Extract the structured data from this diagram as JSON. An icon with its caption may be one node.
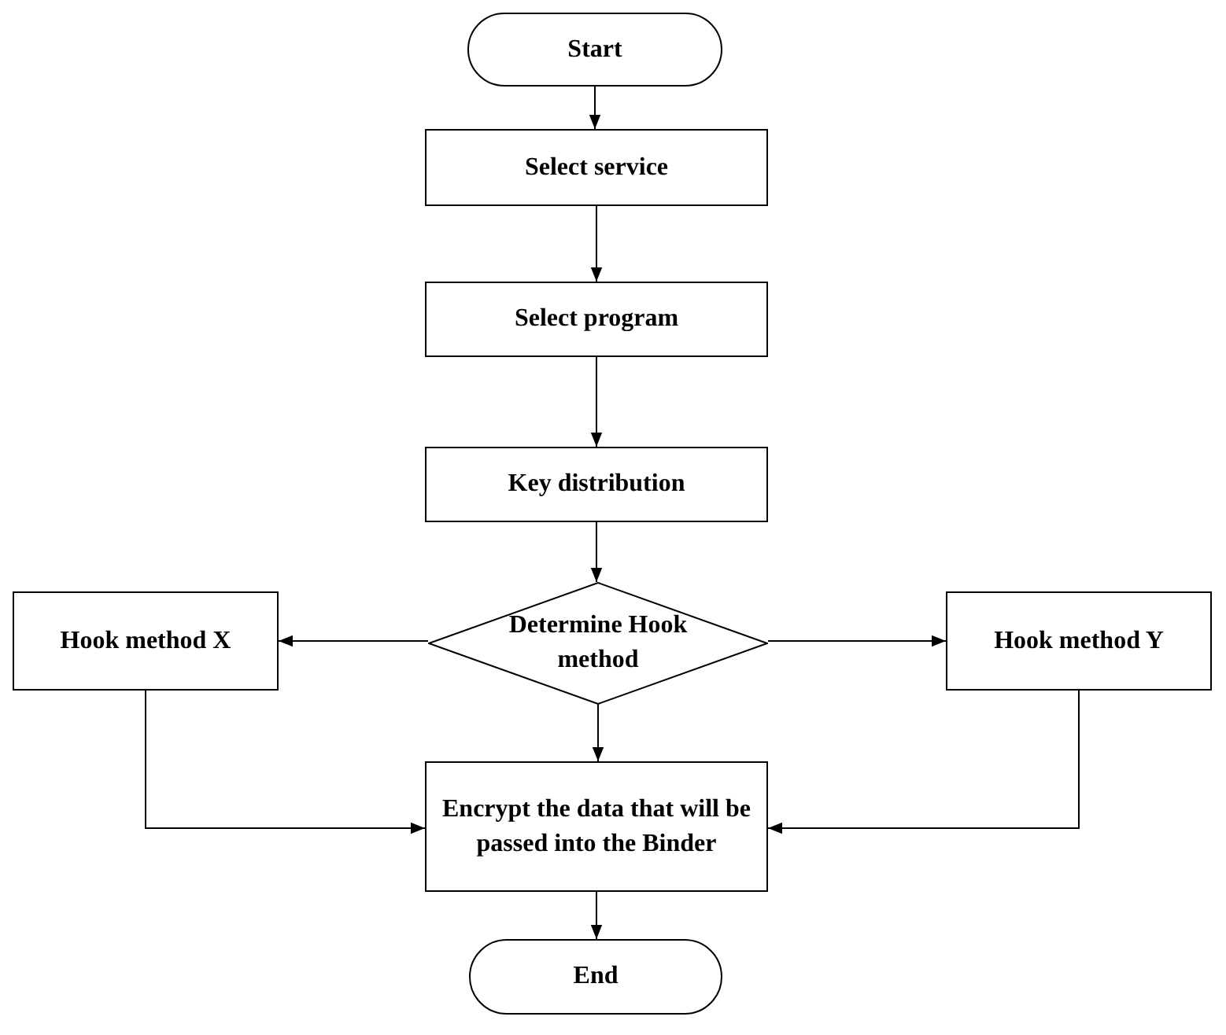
{
  "diagram": {
    "nodes": [
      {
        "text": [
          "Start"
        ]
      },
      {
        "text": [
          "Select service"
        ]
      },
      {
        "text": [
          "Select program"
        ]
      },
      {
        "text": [
          "Key distribution"
        ]
      },
      {
        "text": [
          "Determine Hook method"
        ]
      },
      {
        "text": [
          "Hook method X"
        ]
      },
      {
        "text": [
          "Hook method Y"
        ]
      },
      {
        "text": [
          "Encrypt the data that will be passed into the Binder"
        ]
      },
      {
        "text": [
          "End"
        ]
      }
    ],
    "edges": [
      {
        "from": 0,
        "to": 1,
        "arrow": "to"
      },
      {
        "from": 1,
        "to": 2,
        "arrow": "to"
      },
      {
        "from": 2,
        "to": 3,
        "arrow": "to"
      },
      {
        "from": 3,
        "to": 4,
        "arrow": "to"
      },
      {
        "from": 4,
        "to": 5,
        "arrow": "to"
      },
      {
        "from": 4,
        "to": 6,
        "arrow": "to"
      },
      {
        "from": 4,
        "to": 7,
        "arrow": "to"
      },
      {
        "from": 5,
        "to": 7,
        "arrow": "to"
      },
      {
        "from": 6,
        "to": 7,
        "arrow": "to"
      },
      {
        "from": 7,
        "to": 8,
        "arrow": "to"
      }
    ]
  }
}
